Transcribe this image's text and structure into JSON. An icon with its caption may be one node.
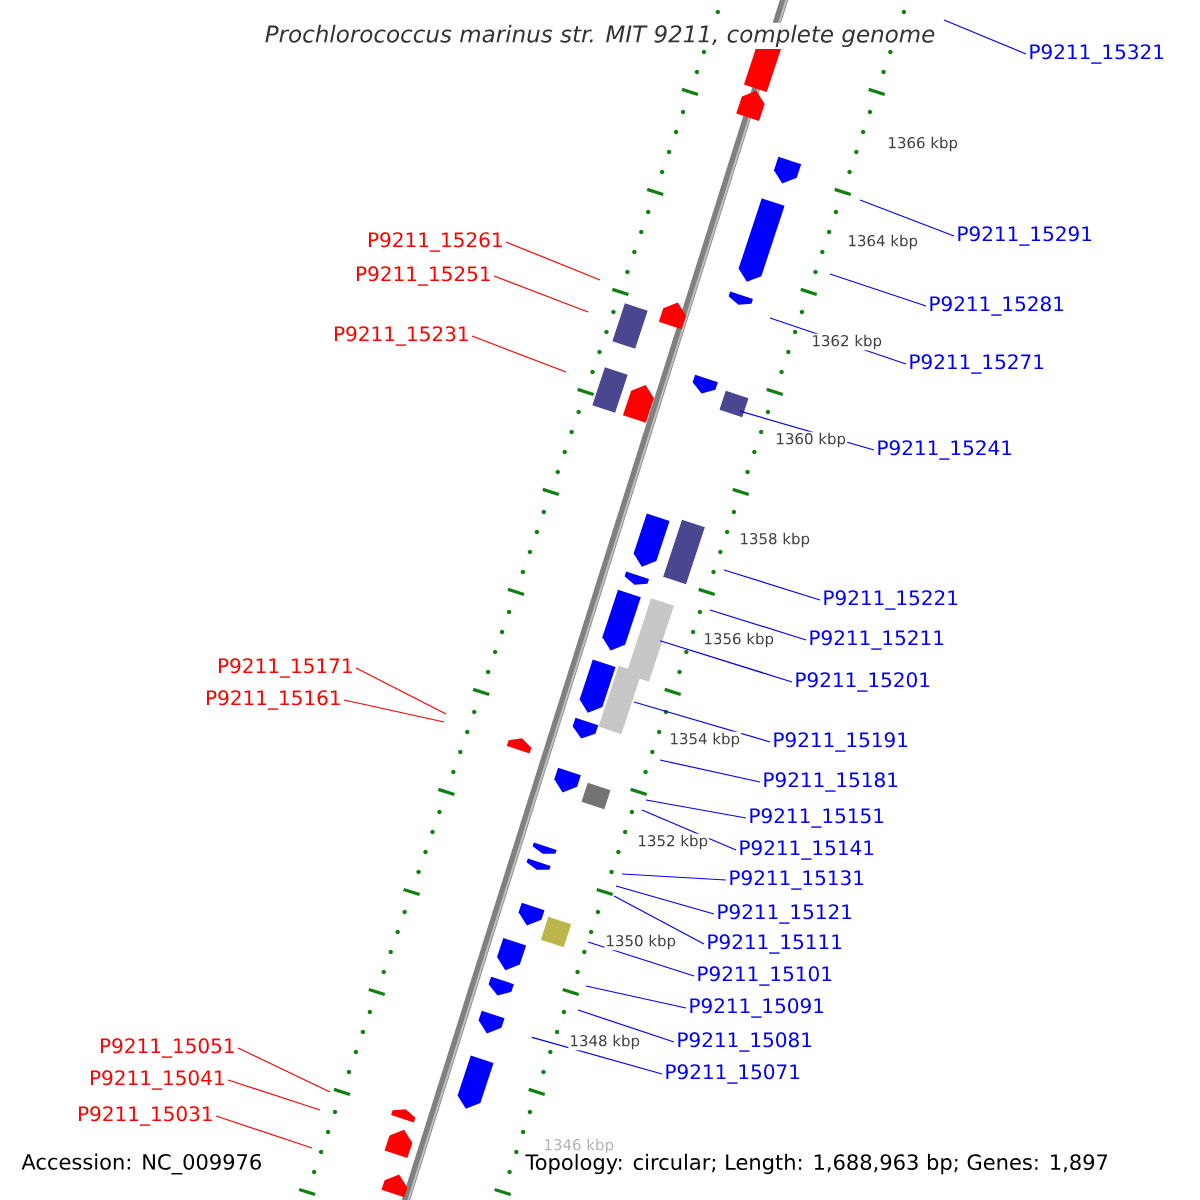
{
  "diagram": {
    "title": "Prochlorococcus marinus str. MIT 9211, complete genome",
    "nodes": [
      {
        "text": [
          "P9211_15321"
        ]
      },
      {
        "text": [
          "P9211_15291"
        ]
      },
      {
        "text": [
          "P9211_15281"
        ]
      },
      {
        "text": [
          "P9211_15271"
        ]
      },
      {
        "text": [
          "P9211_15241"
        ]
      },
      {
        "text": [
          "P9211_15221"
        ]
      },
      {
        "text": [
          "P9211_15211"
        ]
      },
      {
        "text": [
          "P9211_15201"
        ]
      },
      {
        "text": [
          "P9211_15191"
        ]
      },
      {
        "text": [
          "P9211_15181"
        ]
      },
      {
        "text": [
          "P9211_15151"
        ]
      },
      {
        "text": [
          "P9211_15141"
        ]
      },
      {
        "text": [
          "P9211_15131"
        ]
      },
      {
        "text": [
          "P9211_15121"
        ]
      },
      {
        "text": [
          "P9211_15111"
        ]
      },
      {
        "text": [
          "P9211_15101"
        ]
      },
      {
        "text": [
          "P9211_15091"
        ]
      },
      {
        "text": [
          "P9211_15081"
        ]
      },
      {
        "text": [
          "P9211_15071"
        ]
      },
      {
        "text": [
          "P9211_15261"
        ]
      },
      {
        "text": [
          "P9211_15251"
        ]
      },
      {
        "text": [
          "P9211_15231"
        ]
      },
      {
        "text": [
          "P9211_15171"
        ]
      },
      {
        "text": [
          "P9211_15161"
        ]
      },
      {
        "text": [
          "P9211_15051"
        ]
      },
      {
        "text": [
          "P9211_15041"
        ]
      },
      {
        "text": [
          "P9211_15031"
        ]
      }
    ],
    "edges": [
      {
        "from": 0,
        "to": null,
        "arrow": "none"
      },
      {
        "from": 1,
        "to": null,
        "arrow": "none"
      },
      {
        "from": 2,
        "to": null,
        "arrow": "none"
      },
      {
        "from": 3,
        "to": null,
        "arrow": "none"
      },
      {
        "from": 4,
        "to": null,
        "arrow": "none"
      },
      {
        "from": 5,
        "to": null,
        "arrow": "none"
      },
      {
        "from": 6,
        "to": null,
        "arrow": "none"
      },
      {
        "from": 7,
        "to": null,
        "arrow": "none"
      },
      {
        "from": 8,
        "to": null,
        "arrow": "none"
      },
      {
        "from": 9,
        "to": null,
        "arrow": "none"
      },
      {
        "from": 10,
        "to": null,
        "arrow": "none"
      },
      {
        "from": 11,
        "to": null,
        "arrow": "none"
      },
      {
        "from": 12,
        "to": null,
        "arrow": "none"
      },
      {
        "from": 13,
        "to": null,
        "arrow": "none"
      },
      {
        "from": 14,
        "to": null,
        "arrow": "none"
      },
      {
        "from": 15,
        "to": null,
        "arrow": "none"
      },
      {
        "from": 16,
        "to": null,
        "arrow": "none"
      },
      {
        "from": 17,
        "to": null,
        "arrow": "none"
      },
      {
        "from": 18,
        "to": null,
        "arrow": "none"
      },
      {
        "from": 19,
        "to": null,
        "arrow": "none",
        "color": "#ff0000"
      },
      {
        "from": 20,
        "to": null,
        "arrow": "none",
        "color": "#ff0000"
      },
      {
        "from": 21,
        "to": null,
        "arrow": "none",
        "color": "#ff0000"
      },
      {
        "from": 22,
        "to": null,
        "arrow": "none",
        "color": "#ff0000"
      },
      {
        "from": 23,
        "to": null,
        "arrow": "none",
        "color": "#ff0000"
      },
      {
        "from": 24,
        "to": null,
        "arrow": "none",
        "color": "#ff0000"
      },
      {
        "from": 25,
        "to": null,
        "arrow": "none",
        "color": "#ff0000"
      },
      {
        "from": 26,
        "to": null,
        "arrow": "none",
        "color": "#ff0000"
      }
    ],
    "labels": [
      "1366 kbp",
      "1364 kbp",
      "1362 kbp",
      "1360 kbp",
      "1358 kbp",
      "1356 kbp",
      "1354 kbp",
      "1352 kbp",
      "1350 kbp",
      "1348 kbp",
      "1346 kbp",
      "Accession: NC_009976",
      "Topology: circular; Length: 1,688,963 bp; Genes: 1,897"
    ]
  }
}
